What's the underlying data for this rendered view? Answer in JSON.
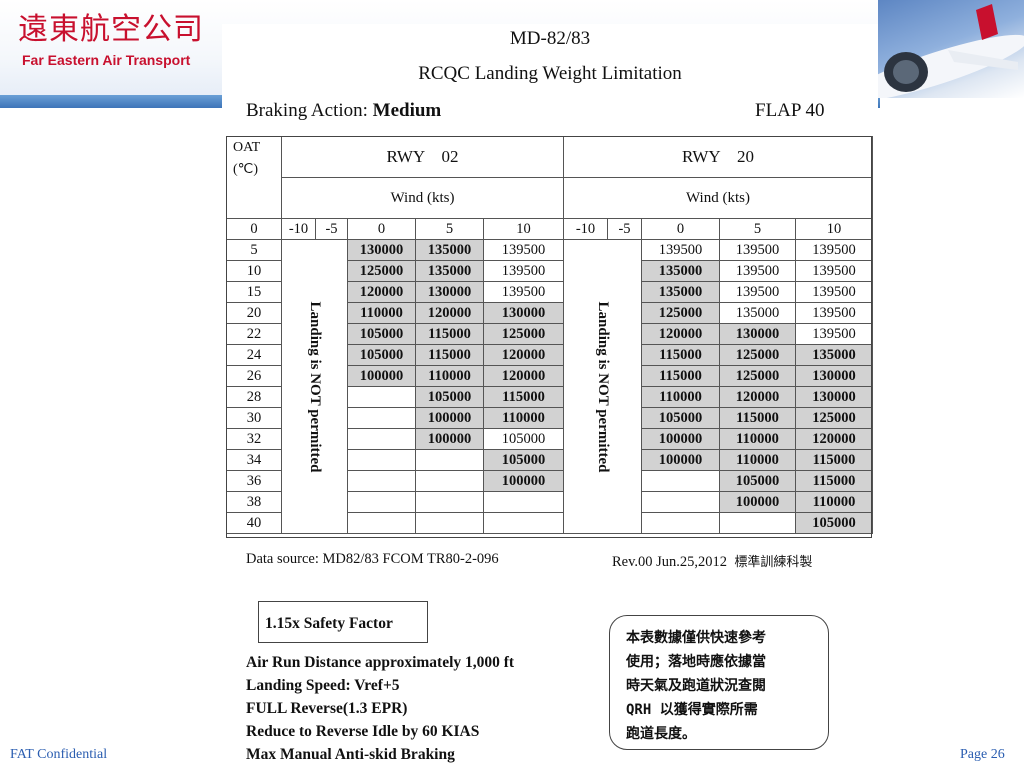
{
  "header": {
    "logo_cn": "遠東航空公司",
    "logo_en": "Far Eastern Air Transport",
    "title_line1": "MD-82/83",
    "title_line2": "RCQC Landing Weight Limitation",
    "braking_label": "Braking Action: ",
    "braking_value": "Medium",
    "flap": "FLAP 40"
  },
  "table": {
    "oat_label": "OAT",
    "oat_unit": "(℃)",
    "rwy_a": "RWY    02",
    "rwy_b": "RWY    20",
    "wind_label": "Wind (kts)",
    "wind_cols": [
      "-10",
      "-5",
      "0",
      "5",
      "10"
    ],
    "oat_zero": "0",
    "not_permitted": "Landing is NOT permitted",
    "rows": [
      {
        "oat": "5",
        "a0": "130000",
        "a5": "135000",
        "a10": "139500",
        "b0": "139500",
        "b5": "139500",
        "b10": "139500"
      },
      {
        "oat": "10",
        "a0": "125000",
        "a5": "135000",
        "a10": "139500",
        "b0": "135000",
        "b5": "139500",
        "b10": "139500"
      },
      {
        "oat": "15",
        "a0": "120000",
        "a5": "130000",
        "a10": "139500",
        "b0": "135000",
        "b5": "139500",
        "b10": "139500"
      },
      {
        "oat": "20",
        "a0": "110000",
        "a5": "120000",
        "a10": "130000",
        "b0": "125000",
        "b5": "135000",
        "b10": "139500"
      },
      {
        "oat": "22",
        "a0": "105000",
        "a5": "115000",
        "a10": "125000",
        "b0": "120000",
        "b5": "130000",
        "b10": "139500"
      },
      {
        "oat": "24",
        "a0": "105000",
        "a5": "115000",
        "a10": "120000",
        "b0": "115000",
        "b5": "125000",
        "b10": "135000"
      },
      {
        "oat": "26",
        "a0": "100000",
        "a5": "110000",
        "a10": "120000",
        "b0": "115000",
        "b5": "125000",
        "b10": "130000"
      },
      {
        "oat": "28",
        "a0": "",
        "a5": "105000",
        "a10": "115000",
        "b0": "110000",
        "b5": "120000",
        "b10": "130000"
      },
      {
        "oat": "30",
        "a0": "",
        "a5": "100000",
        "a10": "110000",
        "b0": "105000",
        "b5": "115000",
        "b10": "125000"
      },
      {
        "oat": "32",
        "a0": "",
        "a5": "100000",
        "a10": "105000",
        "b0": "100000",
        "b5": "110000",
        "b10": "120000"
      },
      {
        "oat": "34",
        "a0": "",
        "a5": "",
        "a10": "105000",
        "b0": "100000",
        "b5": "110000",
        "b10": "115000"
      },
      {
        "oat": "36",
        "a0": "",
        "a5": "",
        "a10": "100000",
        "b0": "",
        "b5": "105000",
        "b10": "115000"
      },
      {
        "oat": "38",
        "a0": "",
        "a5": "",
        "a10": "",
        "b0": "",
        "b5": "100000",
        "b10": "110000"
      },
      {
        "oat": "40",
        "a0": "",
        "a5": "",
        "a10": "",
        "b0": "",
        "b5": "",
        "b10": "105000"
      }
    ],
    "gray": {
      "a0": [
        1,
        1,
        1,
        1,
        1,
        1,
        1,
        0,
        0,
        0,
        0,
        0,
        0,
        0
      ],
      "a5": [
        1,
        1,
        1,
        1,
        1,
        1,
        1,
        1,
        1,
        1,
        0,
        0,
        0,
        0
      ],
      "a10": [
        0,
        0,
        0,
        1,
        1,
        1,
        1,
        1,
        1,
        0,
        1,
        1,
        0,
        0
      ],
      "b0": [
        0,
        1,
        1,
        1,
        1,
        1,
        1,
        1,
        1,
        1,
        1,
        0,
        0,
        0
      ],
      "b5": [
        0,
        0,
        0,
        0,
        1,
        1,
        1,
        1,
        1,
        1,
        1,
        1,
        1,
        0
      ],
      "b10": [
        0,
        0,
        0,
        0,
        0,
        1,
        1,
        1,
        1,
        1,
        1,
        1,
        1,
        1
      ]
    }
  },
  "footer": {
    "data_source": "Data source: MD82/83 FCOM TR80-2-096",
    "revision": "Rev.00 Jun.25,2012",
    "revision_cn": "標準訓練科製",
    "safety_factor": "1.15x Safety Factor",
    "notes": [
      "Air Run Distance approximately 1,000 ft",
      "Landing Speed: Vref+5",
      "FULL Reverse(1.3 EPR)",
      "Reduce to Reverse Idle by 60 KIAS",
      "Max Manual Anti-skid Braking"
    ],
    "cn_note": [
      "本表數據僅供快速參考",
      "使用；落地時應依據當",
      "時天氣及跑道狀況查閱",
      "QRH 以獲得實際所需",
      "跑道長度。"
    ],
    "confidential": "FAT Confidential",
    "page": "Page 26"
  },
  "colors": {
    "brand_red": "#c8102e",
    "band_blue": "#3d74b8",
    "cell_gray": "#d2d2d2",
    "footer_blue": "#2a5db0"
  }
}
